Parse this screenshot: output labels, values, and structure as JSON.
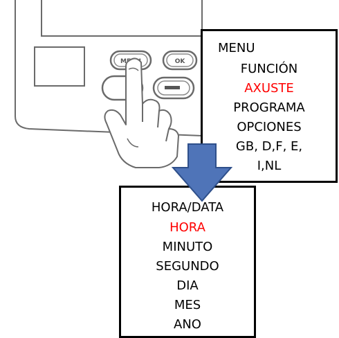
{
  "device": {
    "menu_button_label": "MENU",
    "ok_button_label": "OK",
    "minus_button_label": "—"
  },
  "menu_level_1": {
    "title": "MENU",
    "items": [
      "FUNCIÓN",
      "AXUSTE",
      "PROGRAMA",
      "OPCIONES",
      "GB, D,F, E,",
      "I,NL"
    ],
    "selected_item": "AXUSTE"
  },
  "menu_level_2": {
    "title": "HORA/DATA",
    "items": [
      "HORA",
      "MINUTO",
      "SEGUNDO",
      "DIA",
      "MES",
      "ANO"
    ],
    "selected_item": "HORA"
  },
  "colors": {
    "highlight": "#ff0000",
    "arrow_fill": "#4f74b8",
    "arrow_stroke": "#2e4f8a",
    "text": "#000000"
  }
}
